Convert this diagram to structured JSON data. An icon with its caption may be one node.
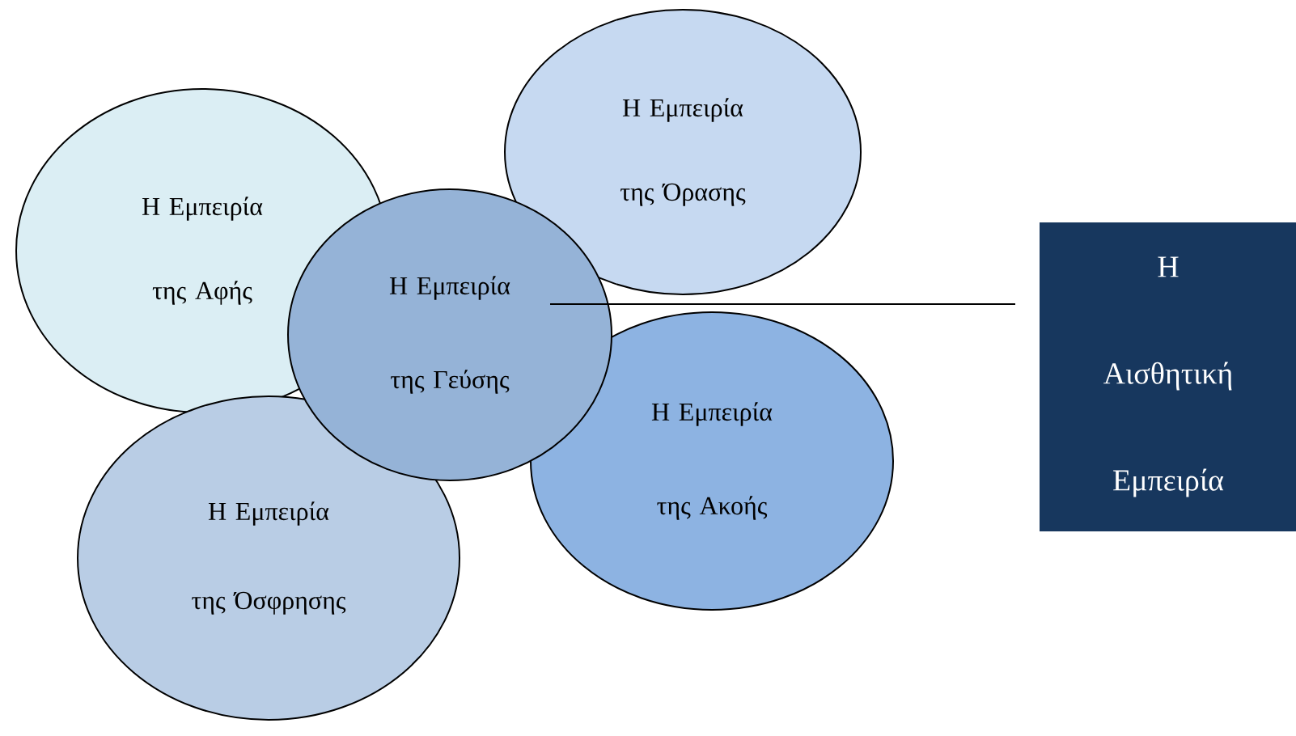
{
  "diagram": {
    "nodes": [
      {
        "text": [
          "Η Εμπειρία της Αφής"
        ]
      },
      {
        "text": [
          "Η Εμπειρία της Όρασης"
        ]
      },
      {
        "text": [
          "Η Εμπειρία της Γεύσης"
        ]
      },
      {
        "text": [
          "Η Εμπειρία της Ακοής"
        ]
      },
      {
        "text": [
          "Η Εμπειρία της Όσφρησης"
        ]
      },
      {
        "text": [
          "Η Αισθητική Εμπειρία"
        ]
      }
    ],
    "edges": [
      {
        "from": 2,
        "to": 5,
        "arrow": "none"
      }
    ]
  }
}
